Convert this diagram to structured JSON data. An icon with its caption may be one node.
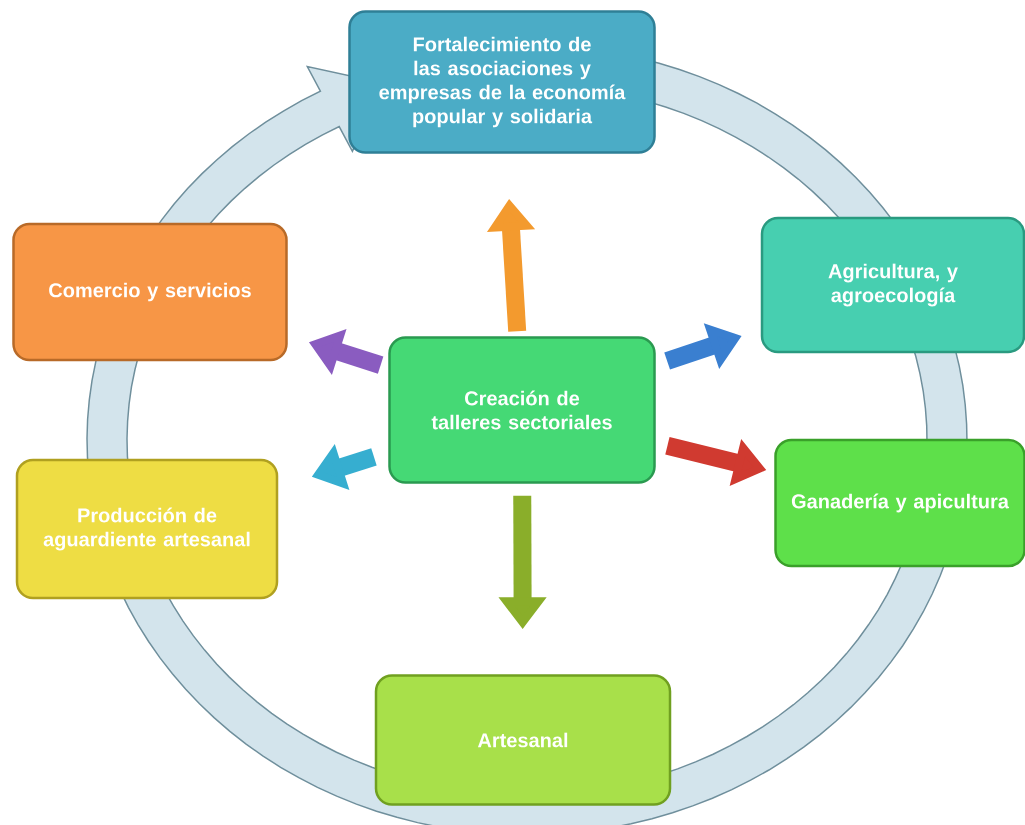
{
  "diagram": {
    "nodes": [
      {
        "text": [
          "Fortalecimiento de las asociaciones y empresas de la economía popular y solidaria"
        ]
      },
      {
        "text": [
          "Comercio y servicios"
        ]
      },
      {
        "text": [
          "Agricultura, y agroecología"
        ]
      },
      {
        "text": [
          "Creación de talleres sectoriales"
        ]
      },
      {
        "text": [
          "Ganadería y apicultura"
        ]
      },
      {
        "text": [
          "Producción de aguardiente artesanal"
        ]
      },
      {
        "text": [
          "Artesanal"
        ]
      }
    ],
    "edges": [
      {
        "from": 3,
        "to": 0,
        "arrow": "to",
        "color": "#f39a2e"
      },
      {
        "from": 3,
        "to": 1,
        "arrow": "to",
        "color": "#8a5cc0"
      },
      {
        "from": 3,
        "to": 2,
        "arrow": "to",
        "color": "#3a7fd0"
      },
      {
        "from": 3,
        "to": 4,
        "arrow": "to",
        "color": "#d03a30"
      },
      {
        "from": 3,
        "to": 5,
        "arrow": "to",
        "color": "#36aed0"
      },
      {
        "from": 3,
        "to": 6,
        "arrow": "to",
        "color": "#8aae2a"
      }
    ]
  }
}
